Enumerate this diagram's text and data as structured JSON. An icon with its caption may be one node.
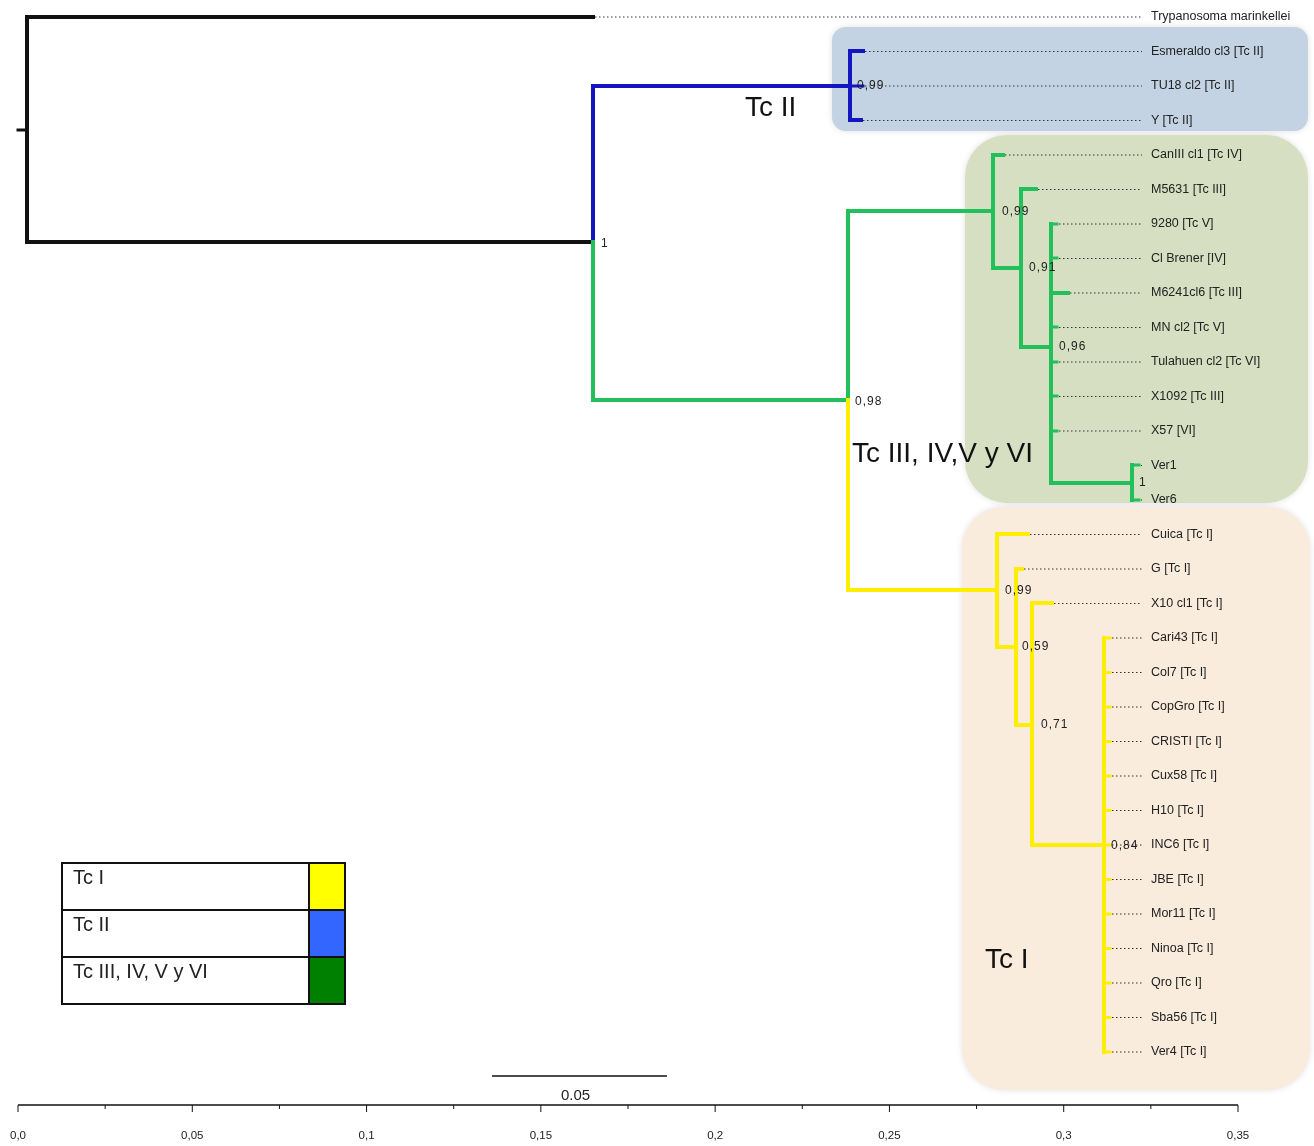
{
  "diagram": {
    "nodes": [
      {
        "text": [
          "Tc II"
        ]
      },
      {
        "text": [
          "Tc III, IV,V y VI"
        ]
      },
      {
        "text": [
          "Tc I"
        ]
      }
    ],
    "labels": [
      "Trypanosoma marinkellei",
      "Esmeraldo cl3 [Tc II]",
      "TU18 cl2 [Tc II]",
      "Y [Tc II]",
      "CanIII cl1 [Tc IV]",
      "M5631 [Tc III]",
      "9280 [Tc V]",
      "Cl Brener [IV]",
      "M6241cl6 [Tc III]",
      "MN cl2 [Tc V]",
      "Tulahuen cl2 [Tc VI]",
      "X1092 [Tc III]",
      "X57 [VI]",
      "Ver1",
      "Ver6",
      "Cuica [Tc I]",
      "G [Tc I]",
      "X10 cl1 [Tc I]",
      "Cari43 [Tc I]",
      "Col7 [Tc I]",
      "CopGro [Tc I]",
      "CRISTI [Tc I]",
      "Cux58 [Tc I]",
      "H10 [Tc I]",
      "INC6 [Tc I]",
      "JBE [Tc I]",
      "Mor11 [Tc I]",
      "Ninoa [Tc I]",
      "Qro [Tc I]",
      "Sba56 [Tc I]",
      "Ver4 [Tc I]",
      "0,99",
      "0,99",
      "1",
      "0,91",
      "0,96",
      "0,98",
      "1",
      "0,99",
      "0,59",
      "0,71",
      "0,84",
      "0.05",
      "0,0",
      "0,05",
      "0,1",
      "0,15",
      "0,2",
      "0,25",
      "0,3",
      "0,35"
    ],
    "legend": [
      {
        "text": "Tc I",
        "color": "#ffff00"
      },
      {
        "text": "Tc II",
        "color": "#3366ff"
      },
      {
        "text": "Tc III, IV, V y VI",
        "color": "#008000"
      }
    ]
  }
}
